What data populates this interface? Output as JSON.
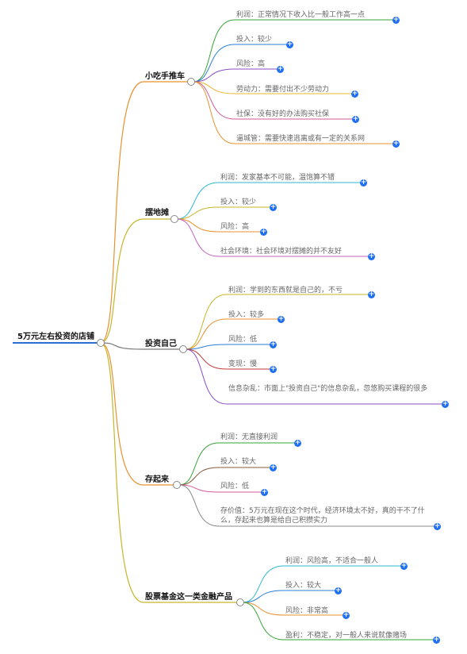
{
  "colors": {
    "root_underline": "#2b6fd6",
    "branch_1": "#e8922f",
    "branch_2": "#c7b52a",
    "branch_3": "#7a7a7a",
    "branch_4": "#e8922f",
    "branch_5": "#c7b52a",
    "expand": "#1e6ff1"
  },
  "root": {
    "label": "5万元左右投资的店铺"
  },
  "branches": [
    {
      "label": "小吃手推车",
      "leaves": [
        {
          "text": "利润：正常情况下收入比一般工作高一点",
          "color": "#3aa33a"
        },
        {
          "text": "投入：较少",
          "color": "#2b7fd6"
        },
        {
          "text": "风险：高",
          "color": "#8a4fc4"
        },
        {
          "text": "劳动力：需要付出不少劳动力",
          "color": "#e8b72f"
        },
        {
          "text": "社保：没有好的办法购买社保",
          "color": "#d05a9a"
        },
        {
          "text": "逼城管：需要快速逃离或有一定的关系网",
          "color": "#e8922f"
        }
      ]
    },
    {
      "label": "摆地摊",
      "leaves": [
        {
          "text": "利润：发家基本不可能，温饱算不错",
          "color": "#2fb7d0"
        },
        {
          "text": "投入：较少",
          "color": "#c7b52a"
        },
        {
          "text": "风险：高",
          "color": "#e8922f"
        },
        {
          "text": "社会环境：社会环境对摆摊的并不友好",
          "color": "#c062c0"
        }
      ]
    },
    {
      "label": "投资自己",
      "leaves": [
        {
          "text": "利润：学到的东西就是自己的，不亏",
          "color": "#c7b52a"
        },
        {
          "text": "投入：较多",
          "color": "#e8922f"
        },
        {
          "text": "风险：低",
          "color": "#2b7fd6"
        },
        {
          "text": "变现：慢",
          "color": "#c03a3a"
        },
        {
          "text": "信息杂乱：市面上\"投资自己\"的信息杂乱，忽悠购买课程的很多",
          "color": "#8a4fc4"
        }
      ]
    },
    {
      "label": "存起来",
      "leaves": [
        {
          "text": "利润：无直接利润",
          "color": "#3aa33a"
        },
        {
          "text": "投入：较大",
          "color": "#8a5a3a"
        },
        {
          "text": "风险：低",
          "color": "#d05a9a"
        },
        {
          "text": "存价值：5万元在现在这个时代，经济环境太不好，真的干不了什么，存起来也算是给自己积攒实力",
          "color": "#888888"
        }
      ]
    },
    {
      "label": "股票基金这一类金融产品",
      "leaves": [
        {
          "text": "利润：风险高，不适合一般人",
          "color": "#2fb7d0"
        },
        {
          "text": "投入：较大",
          "color": "#2b7fd6"
        },
        {
          "text": "风险：非常高",
          "color": "#e8922f"
        },
        {
          "text": "盈利：不稳定，对一般人来说就像赌场",
          "color": "#3aa33a"
        }
      ]
    }
  ]
}
